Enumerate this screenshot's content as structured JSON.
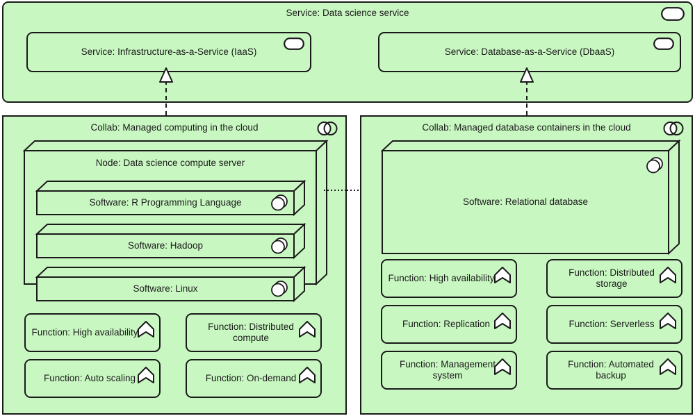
{
  "diagram": {
    "type": "archimate-technology-view",
    "colors": {
      "element_fill": "#c9f7c2",
      "element_border": "#1a1a1a",
      "icon_fill": "#ffffff",
      "background": "#ffffff"
    }
  },
  "root_service": {
    "label": "Service: Data science service",
    "icon": "service-icon",
    "children": [
      {
        "label": "Service: Infrastructure-as-a-Service (IaaS)",
        "icon": "service-icon"
      },
      {
        "label": "Service: Database-as-a-Service (DbaaS)",
        "icon": "service-icon"
      }
    ]
  },
  "collaborations": [
    {
      "label": "Collab: Managed computing in the cloud",
      "icon": "collaboration-icon",
      "node": {
        "label": "Node: Data science compute server",
        "icon": "node-icon",
        "software": [
          {
            "label": "Software: R Programming Language",
            "icon": "component-icon"
          },
          {
            "label": "Software: Hadoop",
            "icon": "component-icon"
          },
          {
            "label": "Software: Linux",
            "icon": "component-icon"
          }
        ]
      },
      "functions": [
        {
          "label": "Function: High availability",
          "icon": "function-icon"
        },
        {
          "label": "Function: Distributed compute",
          "icon": "function-icon"
        },
        {
          "label": "Function: Auto scaling",
          "icon": "function-icon"
        },
        {
          "label": "Function: On-demand",
          "icon": "function-icon"
        }
      ]
    },
    {
      "label": "Collab: Managed database containers in the cloud",
      "icon": "collaboration-icon",
      "node": {
        "label": "Software: Relational database",
        "icon": "component-icon",
        "software": []
      },
      "functions": [
        {
          "label": "Function: High availability",
          "icon": "function-icon"
        },
        {
          "label": "Function: Distributed storage",
          "icon": "function-icon"
        },
        {
          "label": "Function: Replication",
          "icon": "function-icon"
        },
        {
          "label": "Function: Serverless",
          "icon": "function-icon"
        },
        {
          "label": "Function: Management system",
          "icon": "function-icon"
        },
        {
          "label": "Function: Automated backup",
          "icon": "function-icon"
        }
      ]
    }
  ],
  "relationships": [
    {
      "name": "realization-iaas",
      "type": "realization",
      "style": "dashed-hollow-triangle"
    },
    {
      "name": "realization-dbaas",
      "type": "realization",
      "style": "dashed-hollow-triangle"
    },
    {
      "name": "association-collabs",
      "type": "association",
      "style": "dotted-line"
    }
  ]
}
